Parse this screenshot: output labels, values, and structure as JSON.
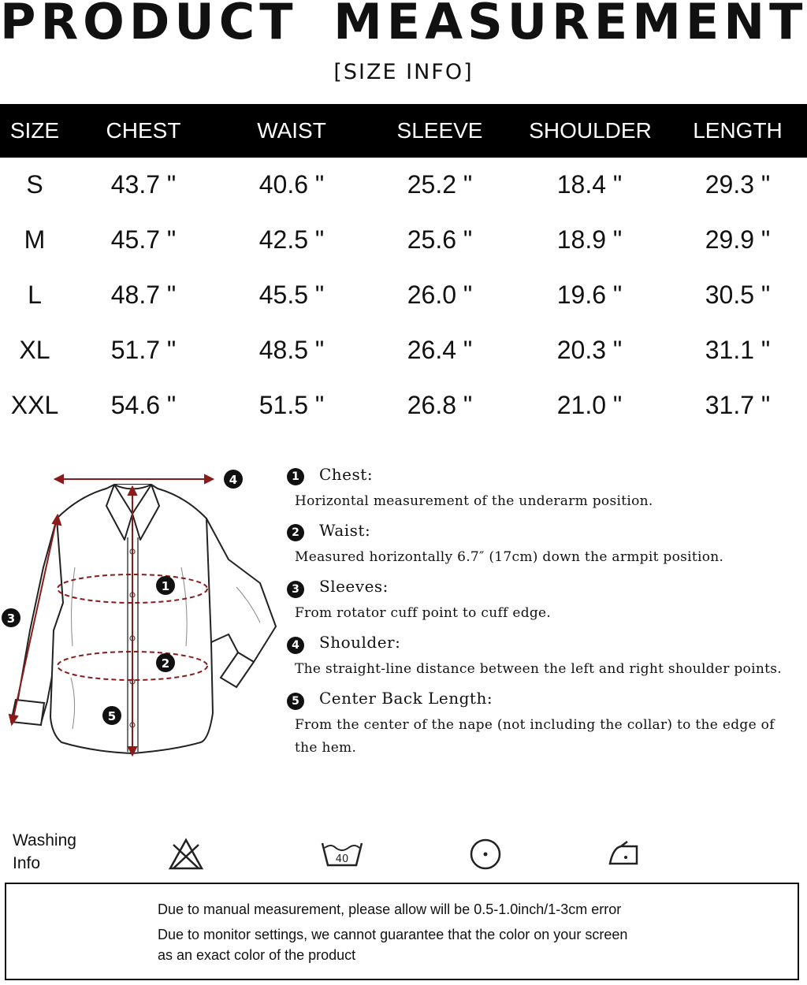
{
  "header": {
    "title": "PRODUCT MEASUREMENT",
    "subtitle": "[SIZE INFO]"
  },
  "table": {
    "columns": [
      "SIZE",
      "CHEST",
      "WAIST",
      "SLEEVE",
      "SHOULDER",
      "LENGTH"
    ],
    "rows": [
      [
        "S",
        "43.7 \"",
        "40.6 \"",
        "25.2 \"",
        "18.4 \"",
        "29.3 \""
      ],
      [
        "M",
        "45.7 \"",
        "42.5 \"",
        "25.6 \"",
        "18.9 \"",
        "29.9 \""
      ],
      [
        "L",
        "48.7 \"",
        "45.5 \"",
        "26.0 \"",
        "19.6 \"",
        "30.5 \""
      ],
      [
        "XL",
        "51.7 \"",
        "48.5 \"",
        "26.4 \"",
        "20.3 \"",
        "31.1 \""
      ],
      [
        "XXL",
        "54.6 \"",
        "51.5 \"",
        "26.8 \"",
        "21.0 \"",
        "31.7 \""
      ]
    ]
  },
  "diagram": {
    "markers": [
      "1",
      "2",
      "3",
      "4",
      "5"
    ]
  },
  "legend": [
    {
      "num": "1",
      "title": "Chest:",
      "desc": [
        "Horizontal measurement of the underarm position."
      ]
    },
    {
      "num": "2",
      "title": "Waist:",
      "desc": [
        "Measured horizontally 6.7″ (17cm) down the armpit position."
      ]
    },
    {
      "num": "3",
      "title": "Sleeves:",
      "desc": [
        "From rotator cuff point to cuff edge."
      ]
    },
    {
      "num": "4",
      "title": "Shoulder:",
      "desc": [
        "The straight-line distance between the left and right shoulder points."
      ]
    },
    {
      "num": "5",
      "title": "Center Back Length:",
      "desc": [
        "From the center of the nape (not including the collar) to the edge of",
        "the hem."
      ]
    }
  ],
  "washing": {
    "label_line1": "Washing",
    "label_line2": "Info",
    "icons": [
      "no-bleach-icon",
      "wash-40-icon",
      "tumble-dry-icon",
      "iron-low-icon"
    ],
    "wash_temp": "40"
  },
  "notes": [
    "Due to manual measurement, please allow will be 0.5-1.0inch/1-3cm error",
    "Due to monitor settings, we cannot guarantee that the color on your screen",
    "as an exact color of the product"
  ],
  "colors": {
    "header_bg": "#000000",
    "measure_red": "#8b1a1a"
  }
}
